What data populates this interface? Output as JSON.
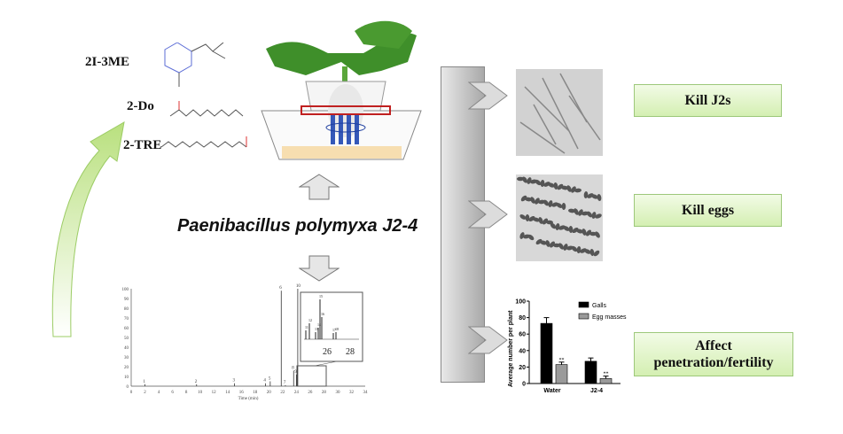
{
  "compounds": [
    {
      "label": "2I-3ME"
    },
    {
      "label": "2-Do"
    },
    {
      "label": "2-TRE"
    }
  ],
  "title": "Paenibacillus polymyxa J2-4",
  "effects": [
    {
      "label": "Kill J2s"
    },
    {
      "label": "Kill eggs"
    },
    {
      "label": "Affect penetration/fertility"
    }
  ],
  "chromatogram": {
    "xlabel": "Time (min)",
    "xticks": [
      "0",
      "2",
      "4",
      "6",
      "8",
      "10",
      "12",
      "14",
      "16",
      "18",
      "20",
      "22",
      "24",
      "26",
      "28",
      "30",
      "32",
      "34"
    ],
    "yticks": [
      "0",
      "10",
      "20",
      "30",
      "40",
      "50",
      "60",
      "70",
      "80",
      "90",
      "100"
    ],
    "peaks": [
      {
        "label": "1",
        "time": 2,
        "height": 2
      },
      {
        "label": "2",
        "time": 9.5,
        "height": 2
      },
      {
        "label": "3",
        "time": 15,
        "height": 3
      },
      {
        "label": "4",
        "time": 19.5,
        "height": 3
      },
      {
        "label": "5",
        "time": 20.2,
        "height": 5
      },
      {
        "label": "6",
        "time": 21.8,
        "height": 98
      },
      {
        "label": "7",
        "time": 22.4,
        "height": 1
      },
      {
        "label": "8",
        "time": 23.6,
        "height": 16
      },
      {
        "label": "9",
        "time": 24,
        "height": 12
      },
      {
        "label": "10",
        "time": 24.2,
        "height": 100
      }
    ],
    "inset": {
      "xticks": [
        "26",
        "28"
      ],
      "peak_labels": [
        "11",
        "12",
        "13",
        "14",
        "15",
        "16",
        "17",
        "18"
      ]
    }
  },
  "chart_data": {
    "type": "bar",
    "categories": [
      "Water",
      "J2-4"
    ],
    "series": [
      {
        "name": "Galls",
        "color": "#000000",
        "values": [
          73,
          27
        ],
        "errors": [
          7,
          4
        ],
        "sig": [
          "",
          ""
        ]
      },
      {
        "name": "Egg masses",
        "color": "#9a9a9a",
        "values": [
          23,
          6
        ],
        "errors": [
          3,
          3
        ],
        "sig": [
          "**",
          "**"
        ]
      }
    ],
    "ylabel": "Average number per plant",
    "ylim": [
      0,
      100
    ],
    "yticks": [
      "0",
      "20",
      "40",
      "60",
      "80",
      "100"
    ],
    "legend": "top-right"
  },
  "colors": {
    "arrow_green": "#c8e89a",
    "box_green": "#d4efb2",
    "gray_bar": "#bdbdbd"
  }
}
